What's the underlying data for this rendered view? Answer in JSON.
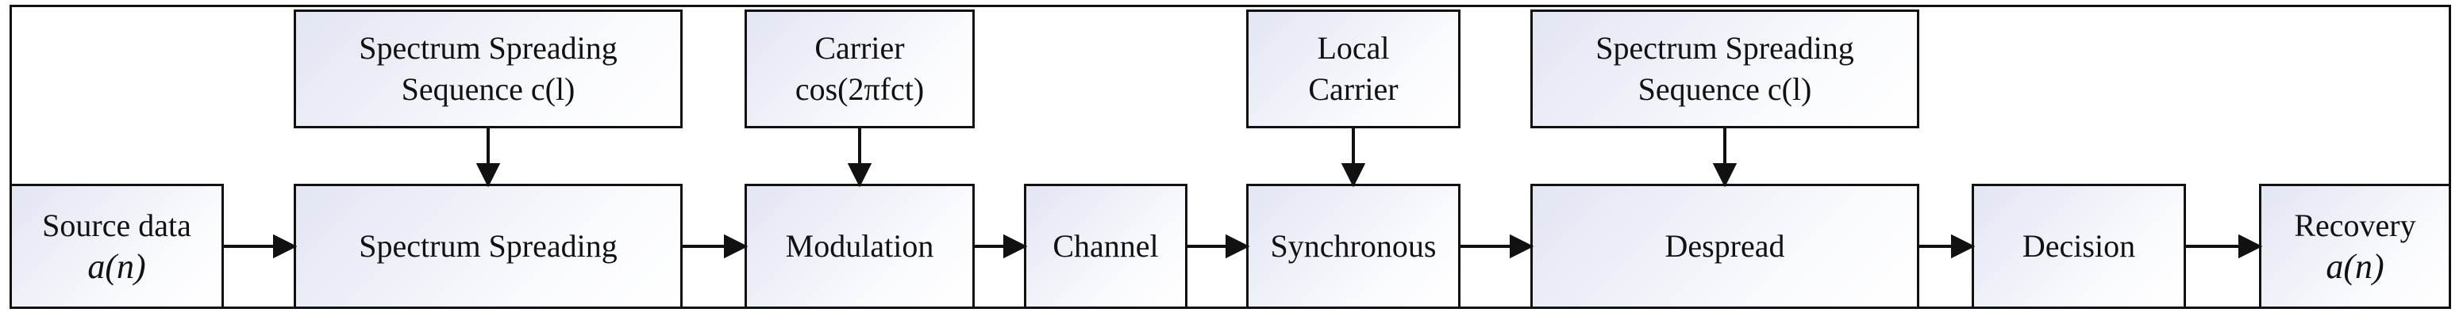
{
  "blocks": {
    "source": {
      "line1": "Source data",
      "line2": "a(n)"
    },
    "spreading": {
      "label": "Spectrum Spreading"
    },
    "modulation": {
      "label": "Modulation"
    },
    "channel": {
      "label": "Channel"
    },
    "synchronous": {
      "label": "Synchronous"
    },
    "despread": {
      "label": "Despread"
    },
    "decision": {
      "label": "Decision"
    },
    "recovery": {
      "line1": "Recovery",
      "line2": "a(n)"
    }
  },
  "inputs": {
    "sequence1": {
      "line1": "Spectrum Spreading",
      "line2": "Sequence  c(l)"
    },
    "carrier": {
      "line1": "Carrier",
      "line2": "cos(2πfct)"
    },
    "local_carrier": {
      "line1": "Local",
      "line2": "Carrier"
    },
    "sequence2": {
      "line1": "Spectrum Spreading",
      "line2": "Sequence  c(l)"
    }
  },
  "colors": {
    "stroke": "#111111",
    "box_fill_start": "#e2e5f3",
    "box_fill_end": "#ffffff"
  }
}
